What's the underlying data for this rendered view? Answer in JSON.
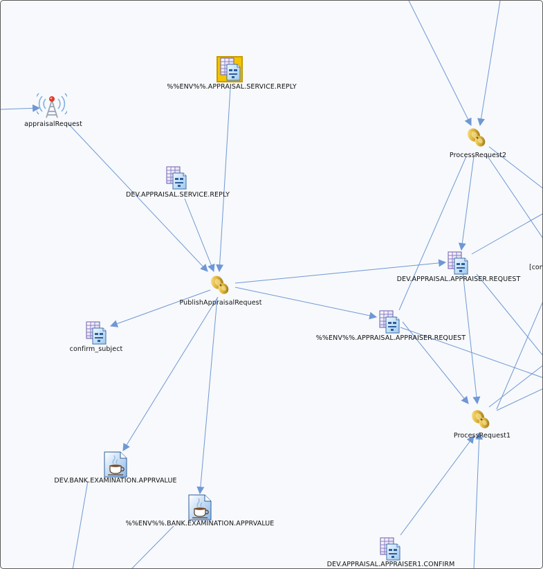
{
  "colors": {
    "edge": "#6f97d3",
    "background": "#f7f9fc",
    "selection": "#f4c400"
  },
  "nodes": {
    "appraisal_request": {
      "label": "appraisalRequest",
      "icon": "radio-tower-icon"
    },
    "env_service_reply": {
      "label": "%%ENV%%.APPRAISAL.SERVICE.REPLY",
      "icon": "queue-icon",
      "selected": true
    },
    "dev_service_reply": {
      "label": "DEV.APPRAISAL.SERVICE.REPLY",
      "icon": "queue-icon"
    },
    "publish_appraisal_request": {
      "label": "PublishAppraisalRequest",
      "icon": "process-icon"
    },
    "confirm_subject": {
      "label": "confirm_subject",
      "icon": "queue-icon"
    },
    "process_request2": {
      "label": "ProcessRequest2",
      "icon": "process-icon"
    },
    "dev_appraiser_request": {
      "label": "DEV.APPRAISAL.APPRAISER.REQUEST",
      "icon": "queue-icon"
    },
    "env_appraiser_request": {
      "label": "%%ENV%%.APPRAISAL.APPRAISER.REQUEST",
      "icon": "queue-icon"
    },
    "process_request1": {
      "label": "ProcessRequest1",
      "icon": "process-icon"
    },
    "dev_bank_apprvalue": {
      "label": "DEV.BANK.EXAMINATION.APPRVALUE",
      "icon": "java-file-icon"
    },
    "env_bank_apprvalue": {
      "label": "%%ENV%%.BANK.EXAMINATION.APPRVALUE",
      "icon": "java-file-icon"
    },
    "dev_appraiser1_confirm": {
      "label": "DEV.APPRAISAL.APPRAISER1.CONFIRM",
      "icon": "queue-icon"
    }
  },
  "clipped_label": "[con"
}
